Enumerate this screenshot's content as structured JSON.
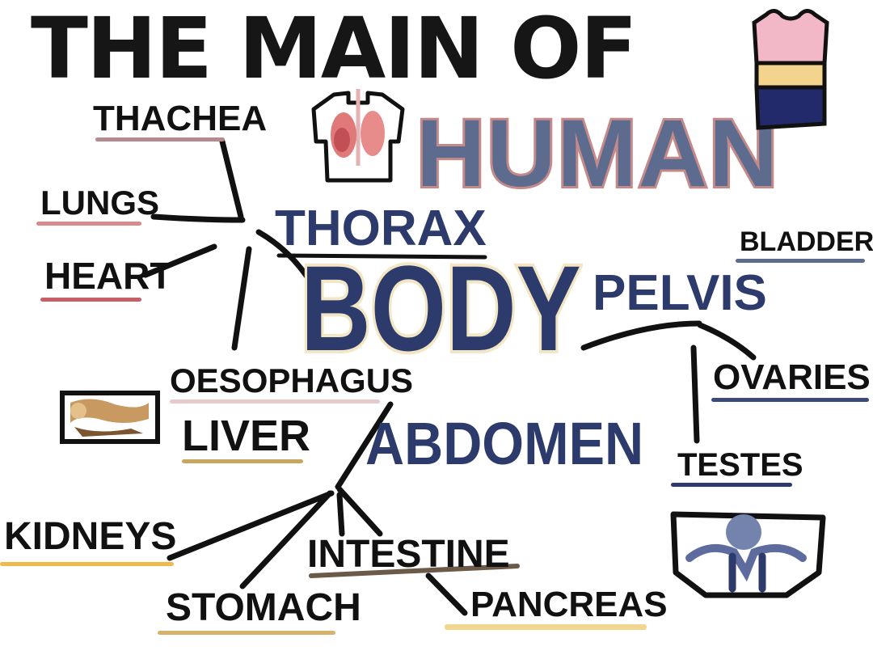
{
  "title": {
    "line1": "THE MAIN OF",
    "word2": "HUMAN",
    "word3": "BODY"
  },
  "regions": {
    "thorax": "THORAX",
    "pelvis": "PELVIS",
    "abdomen": "ABDOMEN"
  },
  "thorax_organs": [
    "THACHEA",
    "LUNGS",
    "HEART",
    "OESOPHAGUS"
  ],
  "abdomen_organs": [
    "LIVER",
    "KIDNEYS",
    "STOMACH",
    "INTESTINE",
    "PANCREAS"
  ],
  "pelvis_organs": [
    "BLADDER",
    "OVARIES",
    "TESTES"
  ],
  "icons": [
    "chest-lungs-icon",
    "torso-icon",
    "intestine-icon",
    "pelvis-icon"
  ],
  "colors": {
    "ink": "#111111",
    "navy": "#2c3a6c",
    "slate": "#5d6b8f",
    "pink": "#c48a8a",
    "cream": "#f3e6c4",
    "gold": "#e8b85a"
  }
}
